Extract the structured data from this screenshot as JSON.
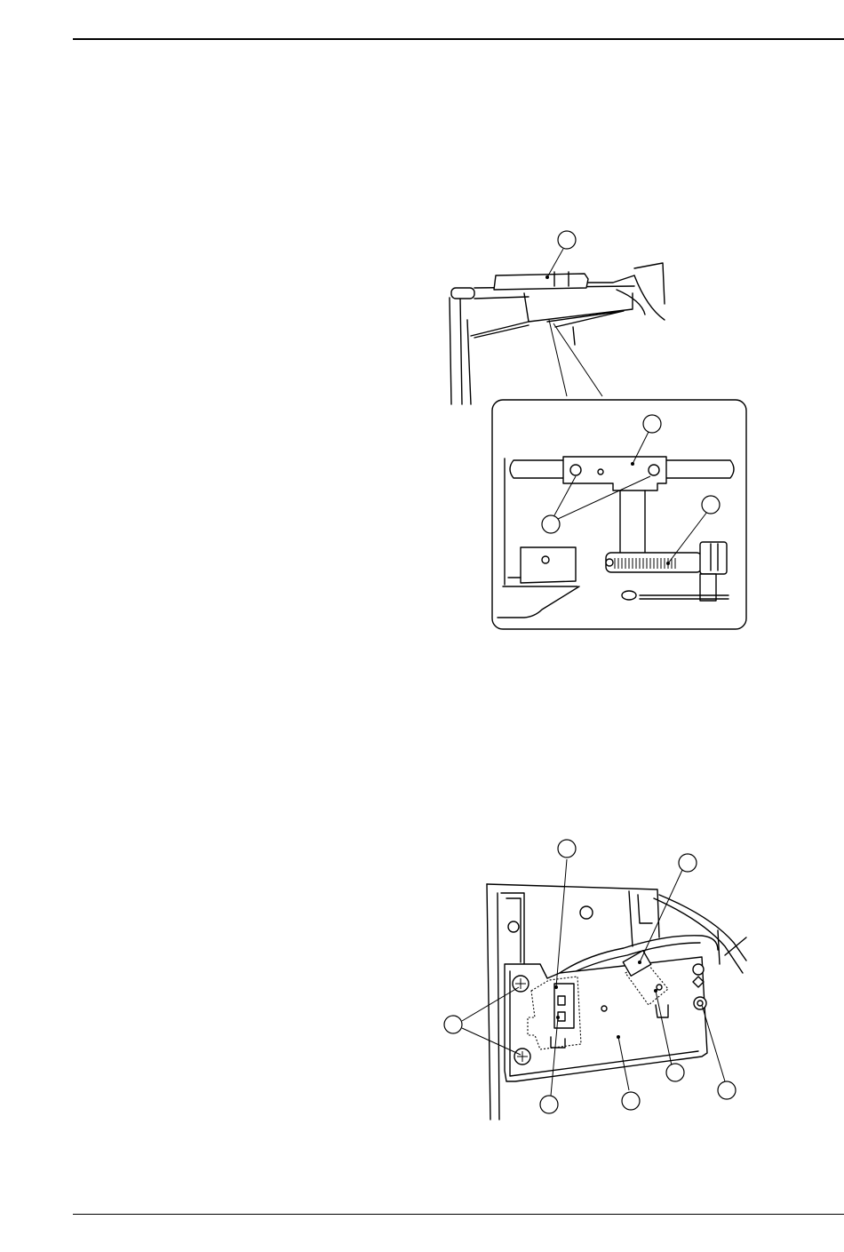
{
  "page": {
    "background": "#ffffff",
    "line_color": "#000000"
  },
  "figures": [
    {
      "name": "upper-assembly-figure",
      "callouts": 4,
      "has_detail_inset": true
    },
    {
      "name": "lower-assembly-figure",
      "callouts": 7,
      "has_detail_inset": false
    }
  ]
}
